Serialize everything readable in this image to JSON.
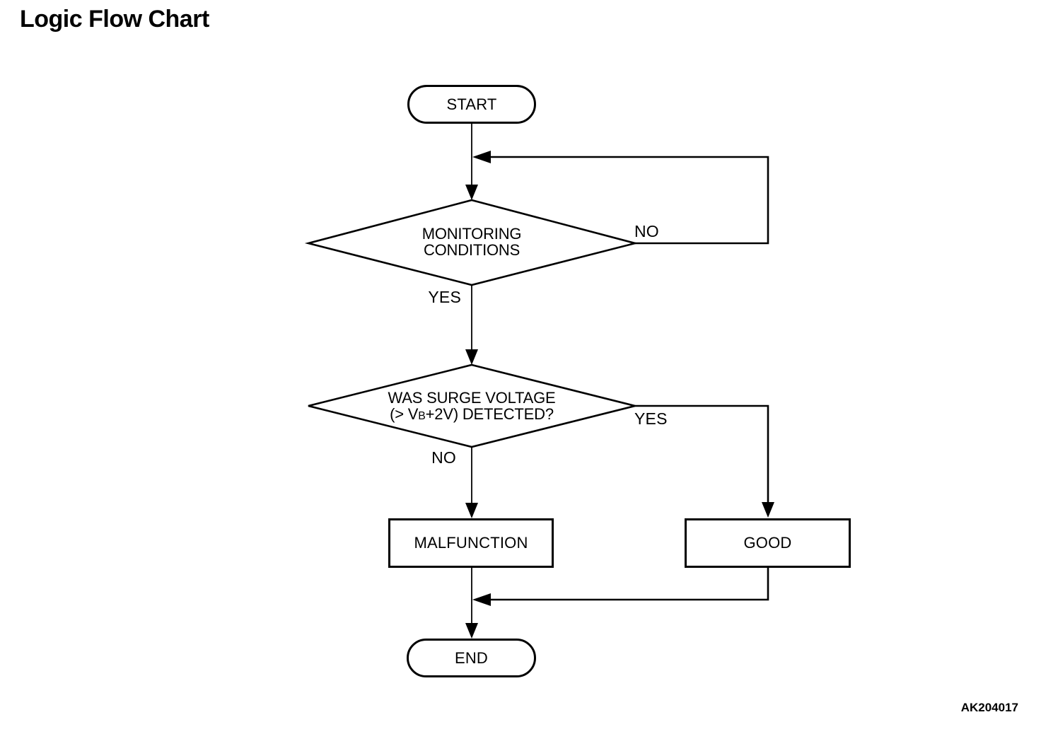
{
  "page": {
    "title": "Logic Flow Chart",
    "figure_code": "AK204017",
    "background_color": "#ffffff",
    "line_color": "#000000"
  },
  "flowchart": {
    "nodes": {
      "start": {
        "type": "terminator",
        "label": "START"
      },
      "monitoring": {
        "type": "decision",
        "line1": "MONITORING",
        "line2": "CONDITIONS"
      },
      "surge": {
        "type": "decision",
        "line1": "WAS SURGE VOLTAGE",
        "line2_pre": "(> V",
        "line2_sub": "B",
        "line2_post": "+2V) DETECTED?"
      },
      "malfunction": {
        "type": "process",
        "label": "MALFUNCTION"
      },
      "good": {
        "type": "process",
        "label": "GOOD"
      },
      "end": {
        "type": "terminator",
        "label": "END"
      }
    },
    "edge_labels": {
      "monitoring_no": "NO",
      "monitoring_yes": "YES",
      "surge_yes": "YES",
      "surge_no": "NO"
    },
    "edges": [
      {
        "from": "start",
        "to": "monitoring",
        "label": ""
      },
      {
        "from": "monitoring",
        "to": "monitoring",
        "label": "NO",
        "note": "loop back above decision"
      },
      {
        "from": "monitoring",
        "to": "surge",
        "label": "YES"
      },
      {
        "from": "surge",
        "to": "good",
        "label": "YES"
      },
      {
        "from": "surge",
        "to": "malfunction",
        "label": "NO"
      },
      {
        "from": "malfunction",
        "to": "end",
        "label": ""
      },
      {
        "from": "good",
        "to": "end",
        "label": ""
      }
    ]
  }
}
